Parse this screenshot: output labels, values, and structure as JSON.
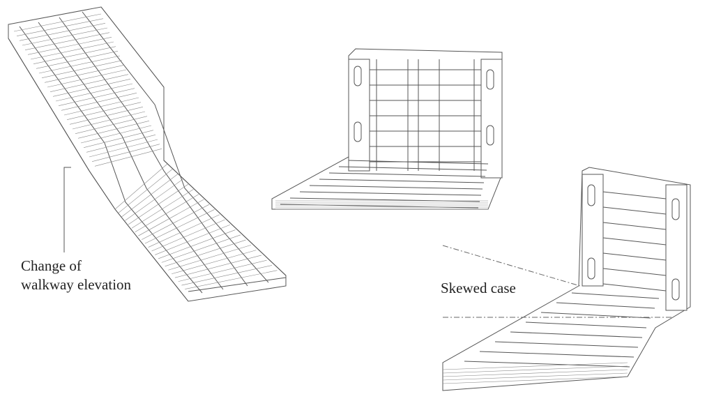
{
  "labels": {
    "elevation_line1": "Change of",
    "elevation_line2": "walkway elevation",
    "skewed": "Skewed case"
  },
  "figures": [
    {
      "name": "walkway-elevation-change"
    },
    {
      "name": "standard-corner-joint"
    },
    {
      "name": "skewed-corner-joint"
    }
  ]
}
